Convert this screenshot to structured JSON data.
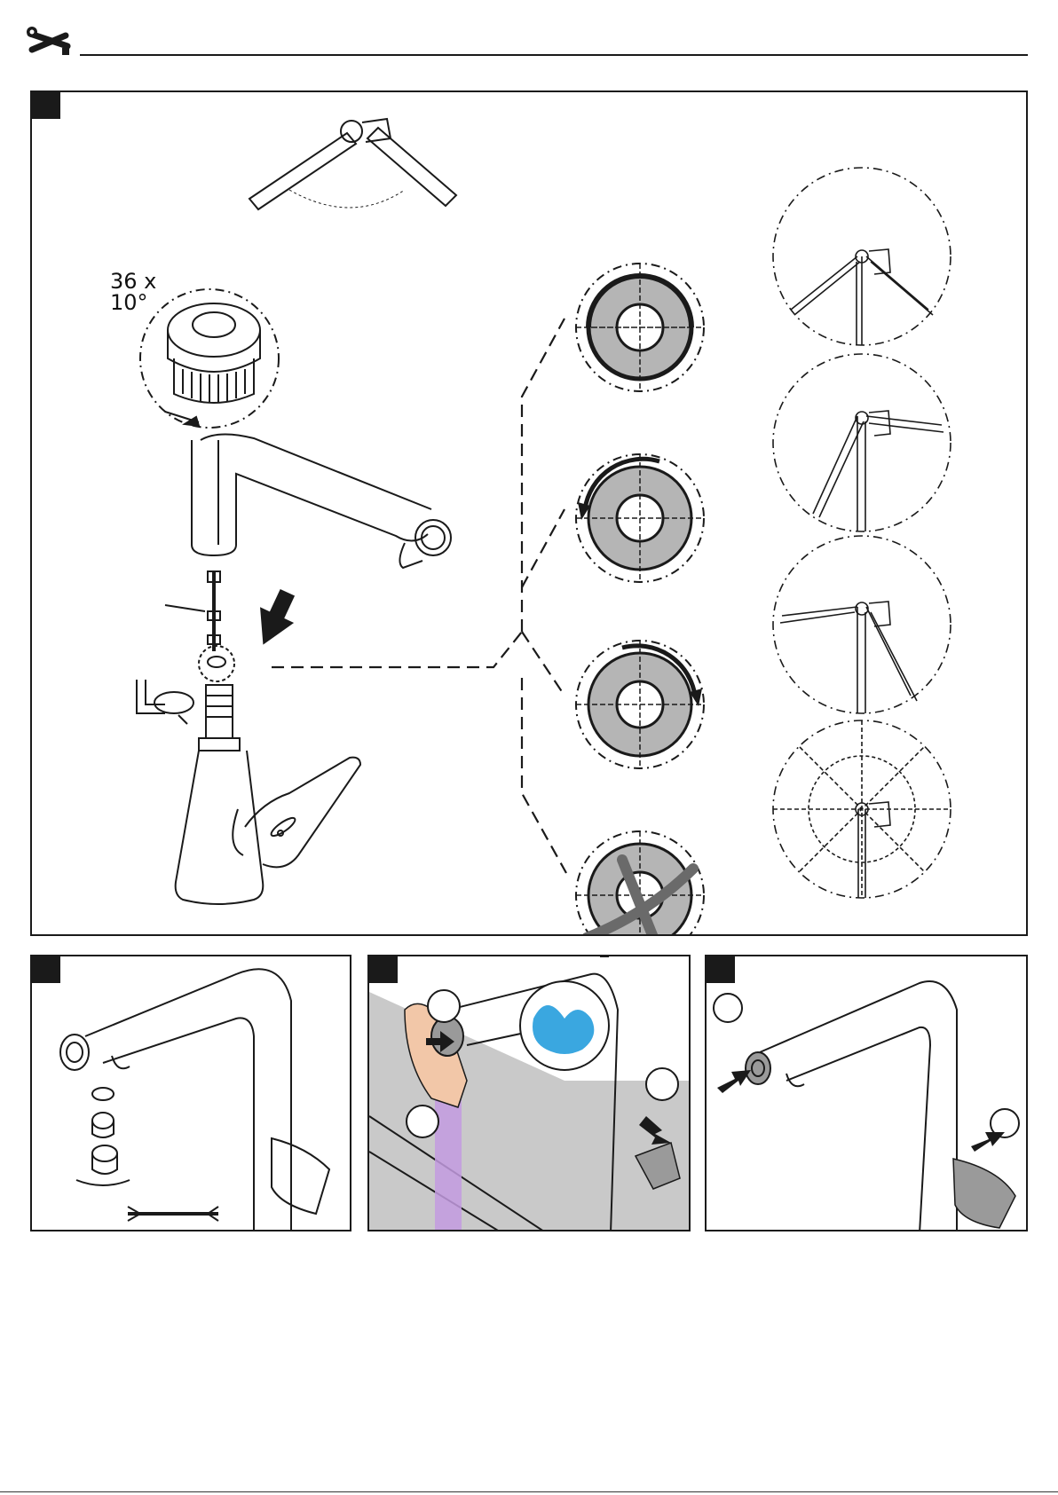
{
  "header": {
    "icon": "tools-icon"
  },
  "panels": [
    {
      "name": "main-panel",
      "annotation_angle": "36 x",
      "annotation_step": "10°"
    },
    {
      "name": "panel-aerator"
    },
    {
      "name": "panel-sensor"
    },
    {
      "name": "panel-restart"
    }
  ],
  "colors": {
    "line": "#1a1a1a",
    "gray": "#b5b5b5",
    "dark_gray": "#6a6a6a",
    "sink": "#c9c9c9",
    "water": "#3aa7e0",
    "beam": "#c39be0",
    "skin": "#f2c7a8"
  }
}
